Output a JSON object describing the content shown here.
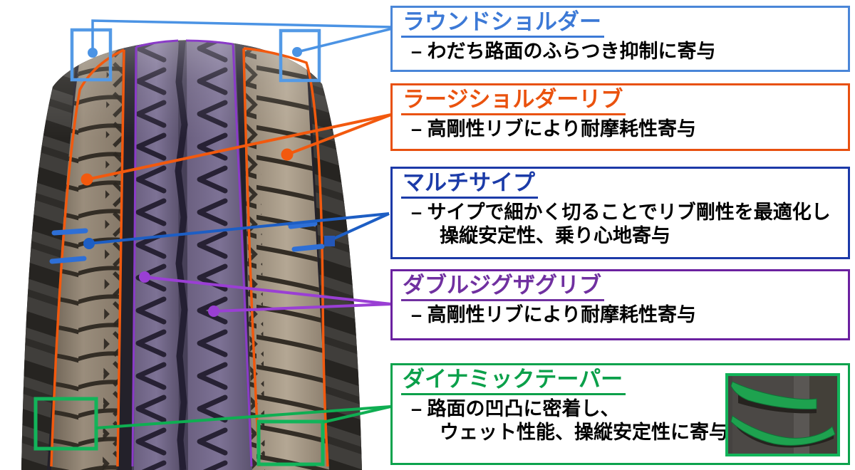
{
  "diagram_title": "tire-tread-features",
  "callouts": [
    {
      "id": "round-shoulder",
      "title": "ラウンドショルダー",
      "desc_lines": [
        "– わだち路面のふらつき抑制に寄与"
      ],
      "box_color": "#4a86d8",
      "title_color": "#3c79d6",
      "marker_color": "#549ae6"
    },
    {
      "id": "large-shoulder-rib",
      "title": "ラージショルダーリブ",
      "desc_lines": [
        "– 高剛性リブにより耐摩耗性寄与"
      ],
      "box_color": "#e8500f",
      "title_color": "#ea520e",
      "marker_color": "#f2590e"
    },
    {
      "id": "multi-sipe",
      "title": "マルチサイプ",
      "desc_lines": [
        "– サイプで細かく切ることでリブ剛性を最適化し",
        "操縦安定性、乗り心地寄与"
      ],
      "box_color": "#1c39a8",
      "title_color": "#1b3ba8",
      "marker_color": "#1d5ec4"
    },
    {
      "id": "double-zigzag-rib",
      "title": "ダブルジグザグリブ",
      "desc_lines": [
        "– 高剛性リブにより耐摩耗性寄与"
      ],
      "box_color": "#6b21a0",
      "title_color": "#7030a0",
      "marker_color": "#9a3fd4"
    },
    {
      "id": "dynamic-taper",
      "title": "ダイナミックテーパー",
      "desc_lines": [
        "– 路面の凹凸に密着し、",
        "ウェット性能、操縦安定性に寄与"
      ],
      "box_color": "#0ca34d",
      "title_color": "#0ba04a",
      "marker_color": "#12b45a"
    }
  ],
  "tire_colors": {
    "sidewall": "#3a3835",
    "groove_bed": "#23212a",
    "shoulder_rib_tan": "#9a8d7c",
    "center_rib_purple": "#7d7295",
    "purple_zone": "#474058"
  }
}
